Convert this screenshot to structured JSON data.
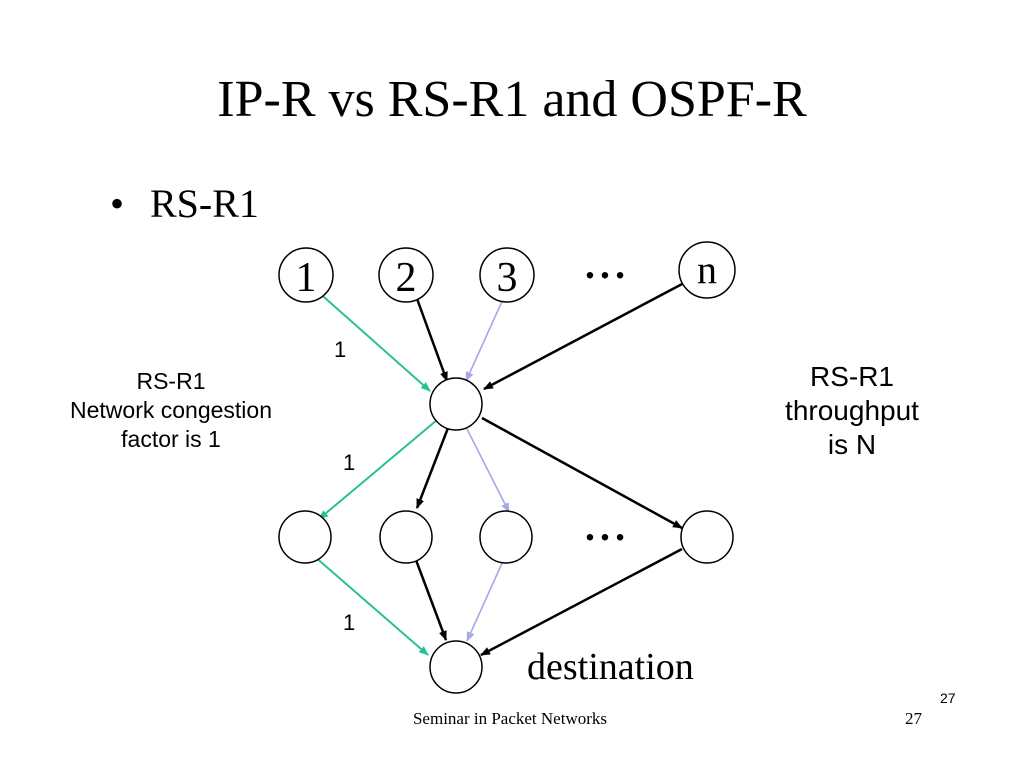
{
  "slide": {
    "title": "IP-R vs RS-R1 and OSPF-R",
    "bullet": "RS-R1",
    "left_note": [
      "RS-R1",
      "Network congestion",
      "factor is 1"
    ],
    "right_note": [
      "RS-R1",
      "throughput",
      "is N"
    ],
    "footer": "Seminar in Packet Networks",
    "page_number": "27",
    "corner_number": "27"
  },
  "diagram": {
    "source_nodes": [
      "1",
      "2",
      "3",
      "n"
    ],
    "ellipsis": "• • •",
    "edge_labels": [
      "1",
      "1",
      "1"
    ],
    "destination_label": "destination",
    "colors": {
      "highlight_path": "#2bbf99",
      "light_path": "#a8a8e8",
      "edge": "#000000"
    }
  }
}
